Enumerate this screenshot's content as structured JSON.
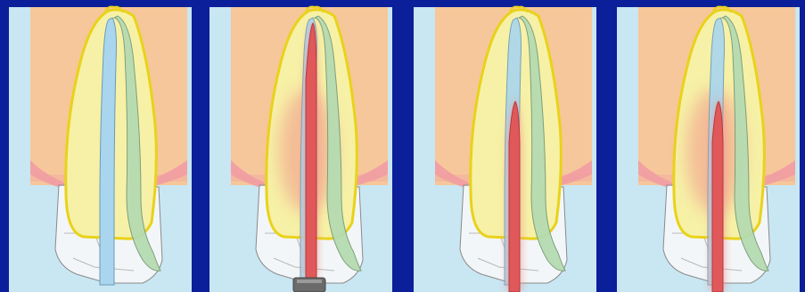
{
  "colors": {
    "frame": "#0b1f9a",
    "panel_bg": "#c9e6f3",
    "gingiva": "#f6c79a",
    "gingiva_edge": "#f2a0a2",
    "crown": "#f3f6f8",
    "crown_outline": "#8a8a8a",
    "dentin": "#f6f1a6",
    "enamel_outline": "#e9d21a",
    "canal_buccal": "#a9d6ee",
    "canal_lingual": "#b5dbb1",
    "instrument": "#e0585a",
    "instrument_glow": "#f1928a",
    "handle": "#6b6b6b"
  },
  "panels": [
    {
      "id": "panel-1",
      "instrument": "none",
      "highlight_canal": "buccal"
    },
    {
      "id": "panel-2",
      "instrument": "full",
      "handle": true,
      "shading": true
    },
    {
      "id": "panel-3",
      "instrument": "partial",
      "handle": false,
      "shading": false
    },
    {
      "id": "panel-4",
      "instrument": "partial",
      "handle": false,
      "shading": true
    }
  ]
}
